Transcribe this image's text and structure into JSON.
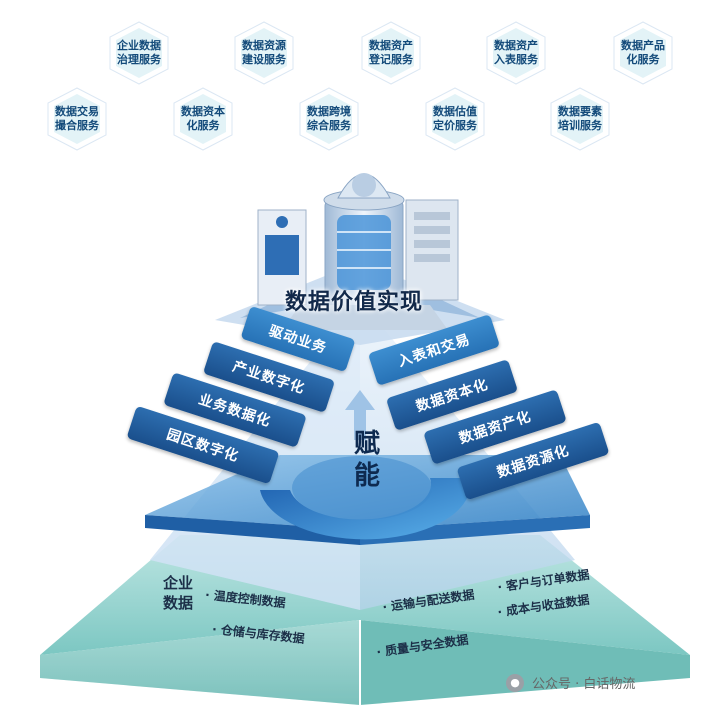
{
  "services": [
    {
      "label": "企业数据\n治理服务"
    },
    {
      "label": "数据资源\n建设服务"
    },
    {
      "label": "数据资产\n登记服务"
    },
    {
      "label": "数据资产\n入表服务"
    },
    {
      "label": "数据产品\n化服务"
    },
    {
      "label": "数据交易\n撮合服务"
    },
    {
      "label": "数据资本\n化服务"
    },
    {
      "label": "数据跨境\n综合服务"
    },
    {
      "label": "数据估值\n定价服务"
    },
    {
      "label": "数据要素\n培训服务"
    }
  ],
  "title": "数据价值实现",
  "top_banners": {
    "left": "驱动业务",
    "right": "入表和交易"
  },
  "left_banners": [
    "产业数字化",
    "业务数据化",
    "园区数字化"
  ],
  "right_banners": [
    "数据资本化",
    "数据资产化",
    "数据资源化"
  ],
  "center": "赋能",
  "base": {
    "label": "企业\n数据",
    "left_items": [
      "· 温度控制数据",
      "· 仓储与库存数据"
    ],
    "right_items": [
      "· 运输与配送数据",
      "· 客户与订单数据",
      "· 质量与安全数据",
      "· 成本与收益数据"
    ]
  },
  "watermark": "公众号 · 白话物流"
}
